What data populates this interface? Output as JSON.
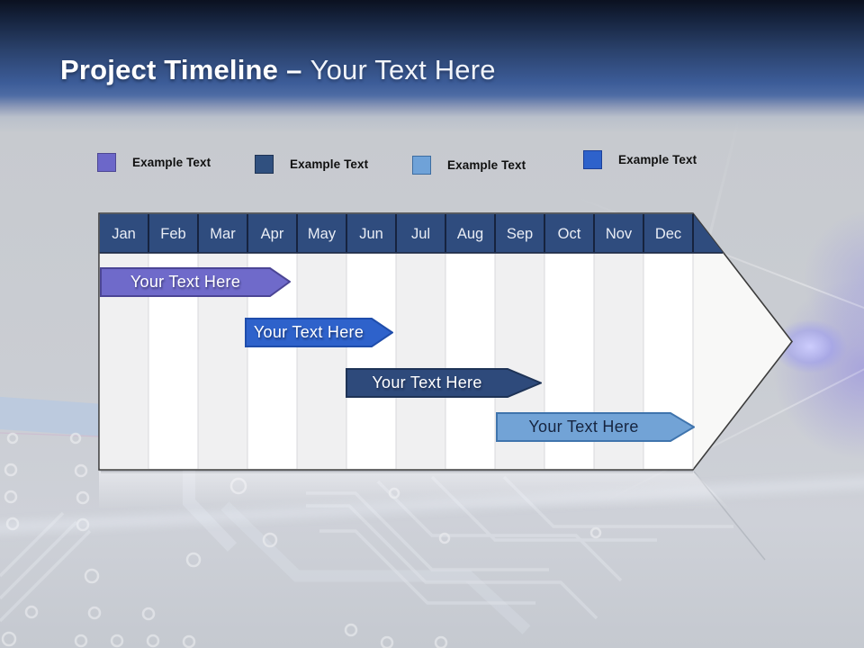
{
  "title": {
    "bold": "Project Timeline",
    "dash": "–",
    "light": "Your Text Here"
  },
  "legend": {
    "items": [
      {
        "label": "Example Text",
        "color": "#6c67c9",
        "border": "#4d4794"
      },
      {
        "label": "Example Text",
        "color": "#30507f",
        "border": "#1e3354"
      },
      {
        "label": "Example Text",
        "color": "#6fa2d8",
        "border": "#3d6da1"
      },
      {
        "label": "Example Text",
        "color": "#2e62cb",
        "border": "#1c3f98"
      }
    ]
  },
  "timeline": {
    "months": [
      "Jan",
      "Feb",
      "Mar",
      "Apr",
      "May",
      "Jun",
      "Jul",
      "Aug",
      "Sep",
      "Oct",
      "Nov",
      "Dec"
    ],
    "header_bg": "#2f4c7e",
    "col_odd": "#f0f0f1",
    "col_even": "#ffffff",
    "bars": [
      {
        "label": "Your Text Here",
        "span": "Jan–Apr",
        "fill": "#6f6aca",
        "border": "#4b4595",
        "text_color": "#ffffff"
      },
      {
        "label": "Your Text Here",
        "span": "Apr–Jun",
        "fill": "#2e62cb",
        "border": "#1f4dab",
        "text_color": "#ffffff"
      },
      {
        "label": "Your Text Here",
        "span": "Jun–Sep",
        "fill": "#2e4a7b",
        "border": "#1e3356",
        "text_color": "#ffffff"
      },
      {
        "label": "Your Text Here",
        "span": "Sep–Dec",
        "fill": "#72a3d6",
        "border": "#3f74ad",
        "text_color": "#16243f"
      }
    ]
  }
}
